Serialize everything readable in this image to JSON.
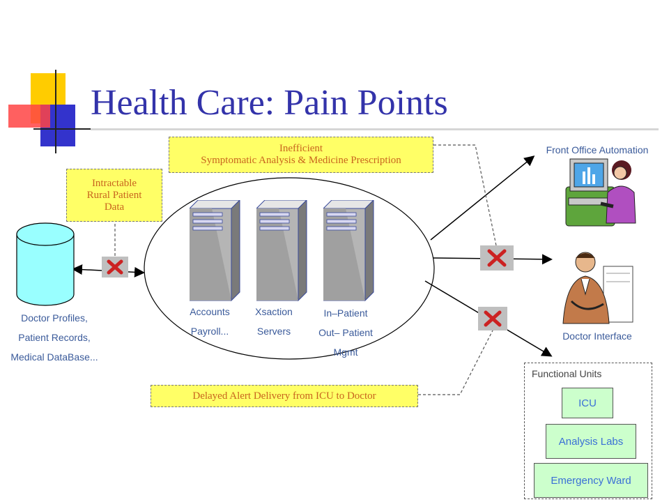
{
  "slide": {
    "title": "Health Care: Pain Points"
  },
  "pain_points": {
    "inefficient_line1": "Inefficient",
    "inefficient_line2": "Symptomatic Analysis & Medicine Prescription",
    "rural_line1": "Intractable",
    "rural_line2": "Rural Patient",
    "rural_line3": "Data",
    "delayed": "Delayed Alert Delivery from ICU to Doctor"
  },
  "database": {
    "line1": "Doctor Profiles,",
    "line2": "Patient Records,",
    "line3": "Medical DataBase..."
  },
  "servers": [
    {
      "line1": "Accounts",
      "line2": "Payroll..."
    },
    {
      "line1": "Xsaction",
      "line2": "Servers"
    },
    {
      "line1": "In–Patient",
      "line2": "Out– Patient",
      "line3": "Mgmt"
    }
  ],
  "endpoints": {
    "front_office": "Front Office Automation",
    "doctor_interface": "Doctor Interface"
  },
  "functional_units": {
    "title": "Functional Units",
    "items": [
      "ICU",
      "Analysis Labs",
      "Emergency Ward"
    ]
  },
  "colors": {
    "title": "#3333aa",
    "pain_box": "#ffff66",
    "pain_text": "#c8641e",
    "db": "#99ffff",
    "unit_box": "#ccffcc",
    "x_mark": "#cc2222"
  },
  "icons": [
    "decorative-squares-icon",
    "server-icon",
    "database-icon",
    "x-mark-icon",
    "receptionist-icon",
    "doctor-icon"
  ]
}
